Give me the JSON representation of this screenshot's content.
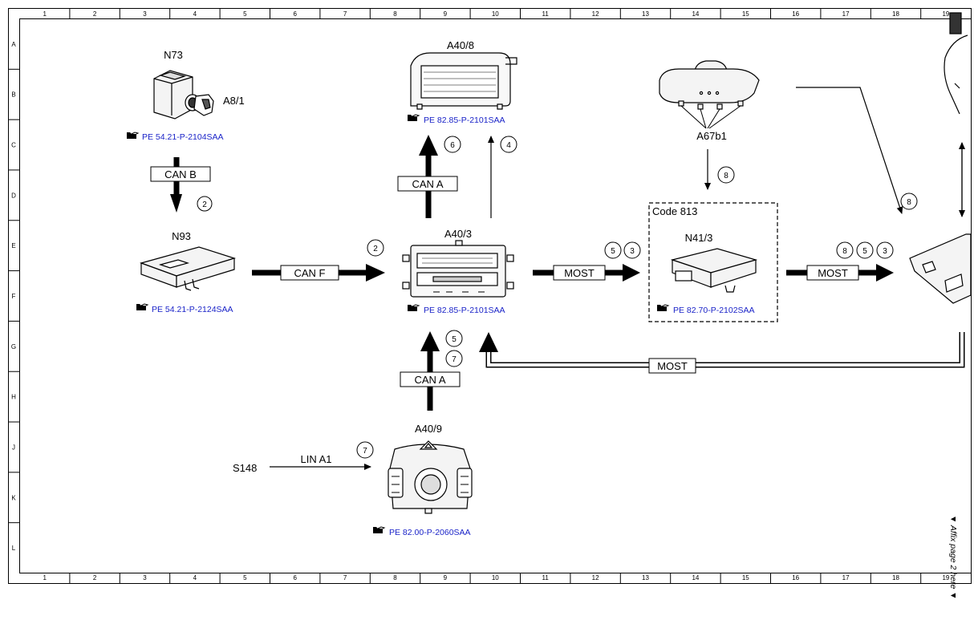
{
  "grid": {
    "columns": [
      "1",
      "2",
      "3",
      "4",
      "5",
      "6",
      "7",
      "8",
      "9",
      "10",
      "11",
      "12",
      "13",
      "14",
      "15",
      "16",
      "17",
      "18",
      "19"
    ],
    "rows": [
      "A",
      "B",
      "C",
      "D",
      "E",
      "F",
      "G",
      "H",
      "J",
      "K",
      "L"
    ]
  },
  "components": {
    "n73": "N73",
    "a8_1": "A8/1",
    "n93": "N93",
    "a40_8": "A40/8",
    "a40_3": "A40/3",
    "a40_9": "A40/9",
    "s148": "S148",
    "a67b1": "A67b1",
    "n41_3": "N41/3",
    "code813": "Code 813"
  },
  "refs": {
    "n73": "PE 54.21-P-2104SAA",
    "n93": "PE 54.21-P-2124SAA",
    "a40_8": "PE 82.85-P-2101SAA",
    "a40_3": "PE 82.85-P-2101SAA",
    "a40_9": "PE 82.00-P-2060SAA",
    "n41_3": "PE 82.70-P-2102SAA"
  },
  "buses": {
    "can_b": "CAN B",
    "can_f": "CAN F",
    "can_a_up": "CAN A",
    "can_a_low": "CAN A",
    "most1": "MOST",
    "most2": "MOST",
    "most_return": "MOST",
    "lin": "LIN A1"
  },
  "markers": {
    "m_canb": "2",
    "m_canf": "2",
    "m_a408_thick": "6",
    "m_a408_thin": "4",
    "m_a67_down": "8",
    "m_a67_diag": "8",
    "m_most1_a": "5",
    "m_most1_b": "3",
    "m_most2_a": "8",
    "m_most2_b": "5",
    "m_most2_c": "3",
    "m_a409_up_a": "5",
    "m_a409_up_b": "7",
    "m_lin": "7"
  },
  "affix": "▼ Affix page 2 here ▼",
  "colors": {
    "reference_text": "#1a23c8",
    "line": "#000000"
  }
}
